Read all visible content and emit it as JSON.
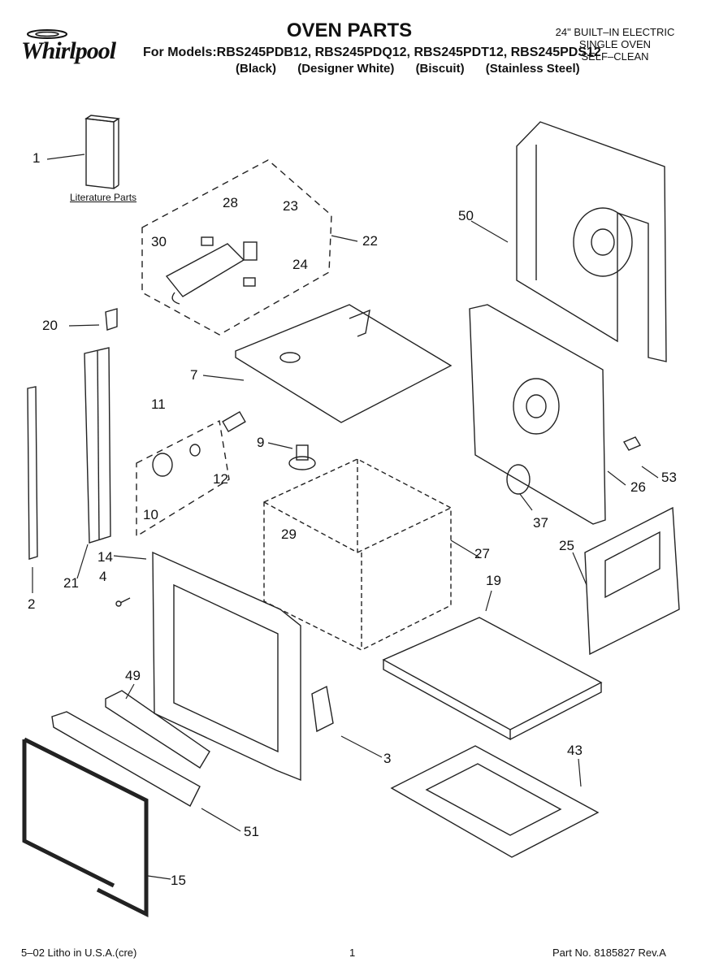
{
  "brand": {
    "name": "Whirlpool"
  },
  "header": {
    "title": "OVEN PARTS",
    "models_line": "For Models:RBS245PDB12, RBS245PDQ12, RBS245PDT12, RBS245PDS12",
    "colors": [
      "(Black)",
      "(Designer White)",
      "(Biscuit)",
      "(Stainless Steel)"
    ],
    "spec": [
      "24\" BUILT–IN ELECTRIC",
      "SINGLE OVEN",
      "SELF–CLEAN"
    ]
  },
  "labels": {
    "literature": "Literature Parts",
    "callouts": [
      "1",
      "28",
      "23",
      "30",
      "22",
      "24",
      "50",
      "20",
      "7",
      "11",
      "9",
      "12",
      "10",
      "29",
      "27",
      "14",
      "4",
      "21",
      "2",
      "53",
      "26",
      "37",
      "25",
      "19",
      "49",
      "3",
      "43",
      "51",
      "15"
    ]
  },
  "footer": {
    "left": "5–02 Litho in U.S.A.(cre)",
    "center": "1",
    "right": "Part No. 8185827 Rev.A"
  }
}
